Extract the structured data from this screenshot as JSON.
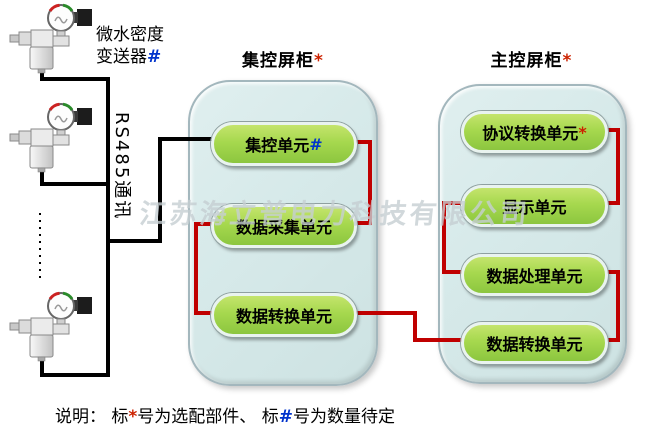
{
  "diagram": {
    "sensors": {
      "label_line1": "微水密度",
      "label_line2": "变送器",
      "label_mark": "#",
      "count": 3,
      "icon": "pressure-transmitter-icon"
    },
    "bus": {
      "label": "RS485通讯"
    },
    "watermark": "江苏海立普电力科技有限公司",
    "cabinets": [
      {
        "title": "集控屏柜",
        "title_mark": "*",
        "units": [
          {
            "label": "集控单元 ",
            "mark": "#"
          },
          {
            "label": "数据采集单元",
            "mark": ""
          },
          {
            "label": "数据转换单元",
            "mark": ""
          }
        ]
      },
      {
        "title": "主控屏柜",
        "title_mark": "*",
        "units": [
          {
            "label": "协议转换单元 ",
            "mark": "*"
          },
          {
            "label": "显示单元",
            "mark": ""
          },
          {
            "label": "数据处理单元",
            "mark": ""
          },
          {
            "label": "数据转换单元",
            "mark": ""
          }
        ]
      }
    ],
    "note": {
      "prefix": "说明：  标",
      "star": "*",
      "mid": "号为选配部件、 标",
      "hash": "#",
      "suffix": "号为数量待定"
    },
    "colors": {
      "connector_black": "#000000",
      "connector_red": "#c00000",
      "pill_green_top": "#c4e46c",
      "pill_green_bottom": "#8cc63f",
      "cabinet_fill": "#d7eaea",
      "cabinet_border": "#a3b7bd",
      "mark_hash_blue": "#0033cc",
      "mark_star_red": "#cc2200",
      "watermark_gray": "#c6cfd3"
    }
  }
}
